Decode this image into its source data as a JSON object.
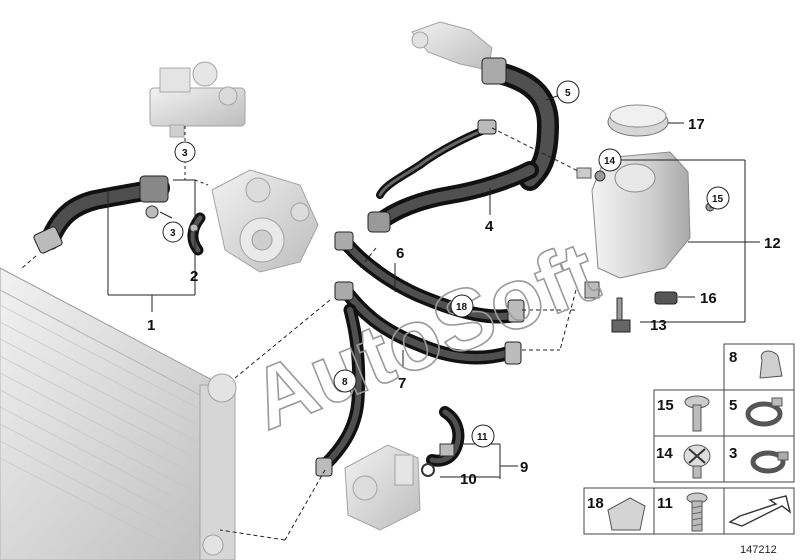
{
  "watermark": "AutoSoft",
  "diagram_number": "147212",
  "callouts": {
    "c1": "1",
    "c2": "2",
    "c3a": "3",
    "c3b": "3",
    "c4": "4",
    "c5": "5",
    "c6": "6",
    "c7": "7",
    "c8": "8",
    "c9": "9",
    "c10": "10",
    "c11": "11",
    "c12": "12",
    "c13": "13",
    "c14": "14",
    "c15": "15",
    "c16": "16",
    "c17": "17",
    "c18": "18"
  },
  "legend": {
    "g8": "8",
    "g15": "15",
    "g5": "5",
    "g14": "14",
    "g3": "3",
    "g18": "18",
    "g11": "11"
  },
  "colors": {
    "hose": "#2a2a2a",
    "ghost": "#d8d8d8",
    "line": "#222222"
  }
}
